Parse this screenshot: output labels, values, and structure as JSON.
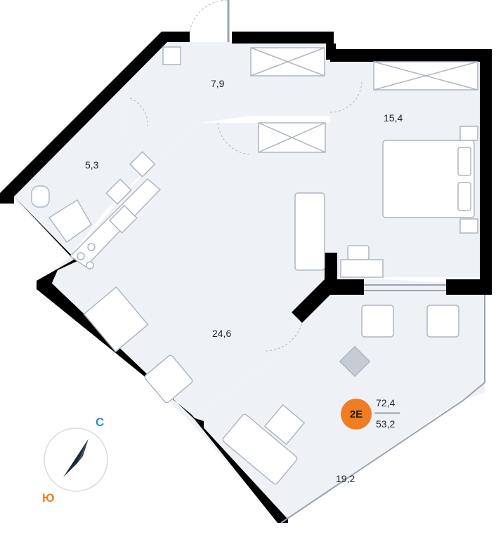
{
  "rooms": {
    "hall": "7,9",
    "bathroom": "5,3",
    "bedroom": "15,4",
    "kitchen_living": "24,6",
    "terrace": "19,2"
  },
  "apartment": {
    "type_badge": "2Е",
    "total_area": "72,4",
    "living_area": "53,2"
  },
  "compass": {
    "north": "С",
    "south": "Ю"
  },
  "colors": {
    "wall": "#000000",
    "floor": "#eef2f7",
    "furniture_stroke": "#aeb6c2",
    "badge": "#f07d21",
    "north": "#2a8fc9",
    "south": "#f07d21"
  }
}
